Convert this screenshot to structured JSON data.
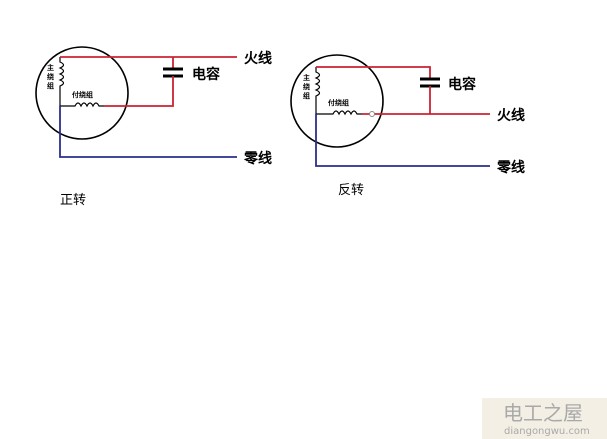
{
  "colors": {
    "hot_wire": "#cc2233",
    "neutral_wire": "#2a2f8c",
    "outline": "#000000",
    "watermark_bg": "#f3efe4",
    "watermark_text": "#a9a9a9"
  },
  "left_diagram": {
    "caption": "正转",
    "main_winding_label": [
      "主",
      "绕",
      "组"
    ],
    "aux_winding_label": "付绕组",
    "capacitor_label": "电容",
    "live_label": "火线",
    "neutral_label": "零线"
  },
  "right_diagram": {
    "caption": "反转",
    "main_winding_label": [
      "主",
      "绕",
      "组"
    ],
    "aux_winding_label": "付绕组",
    "capacitor_label": "电容",
    "live_label": "火线",
    "neutral_label": "零线"
  },
  "watermark": {
    "title": "电工之屋",
    "url": "diangongwu.com"
  }
}
